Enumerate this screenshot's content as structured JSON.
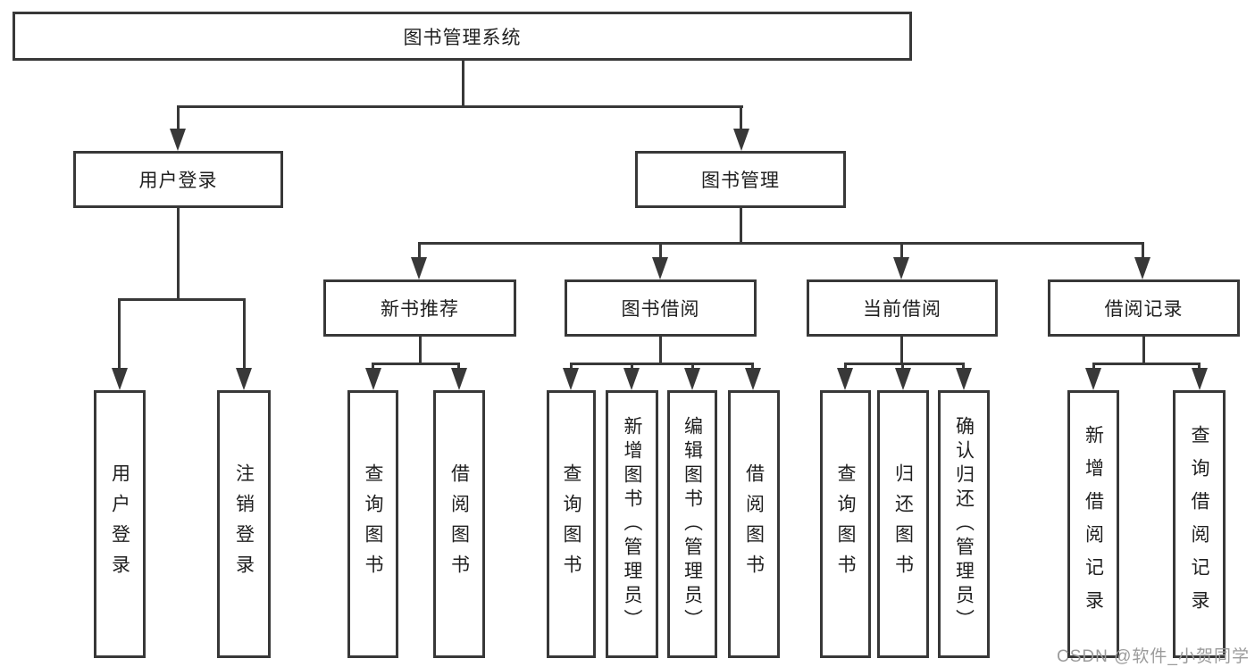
{
  "tree": {
    "root": "图书管理系统",
    "children": [
      {
        "label": "用户登录",
        "children": [
          {
            "label": "用户登录"
          },
          {
            "label": "注销登录"
          }
        ]
      },
      {
        "label": "图书管理",
        "children": [
          {
            "label": "新书推荐",
            "children": [
              {
                "label": "查询图书"
              },
              {
                "label": "借阅图书"
              }
            ]
          },
          {
            "label": "图书借阅",
            "children": [
              {
                "label": "查询图书"
              },
              {
                "label": "新增图书（管理员）"
              },
              {
                "label": "编辑图书（管理员）"
              },
              {
                "label": "借阅图书"
              }
            ]
          },
          {
            "label": "当前借阅",
            "children": [
              {
                "label": "查询图书"
              },
              {
                "label": "归还图书"
              },
              {
                "label": "确认归还（管理员）"
              }
            ]
          },
          {
            "label": "借阅记录",
            "children": [
              {
                "label": "新增借阅记录"
              },
              {
                "label": "查询借阅记录"
              }
            ]
          }
        ]
      }
    ]
  },
  "watermark": {
    "text": "CSDN @软件_小贺同学"
  },
  "colors": {
    "line": "#383838",
    "text": "#1f1f1f",
    "background": "#ffffff",
    "watermark": "#9b9b9b"
  }
}
